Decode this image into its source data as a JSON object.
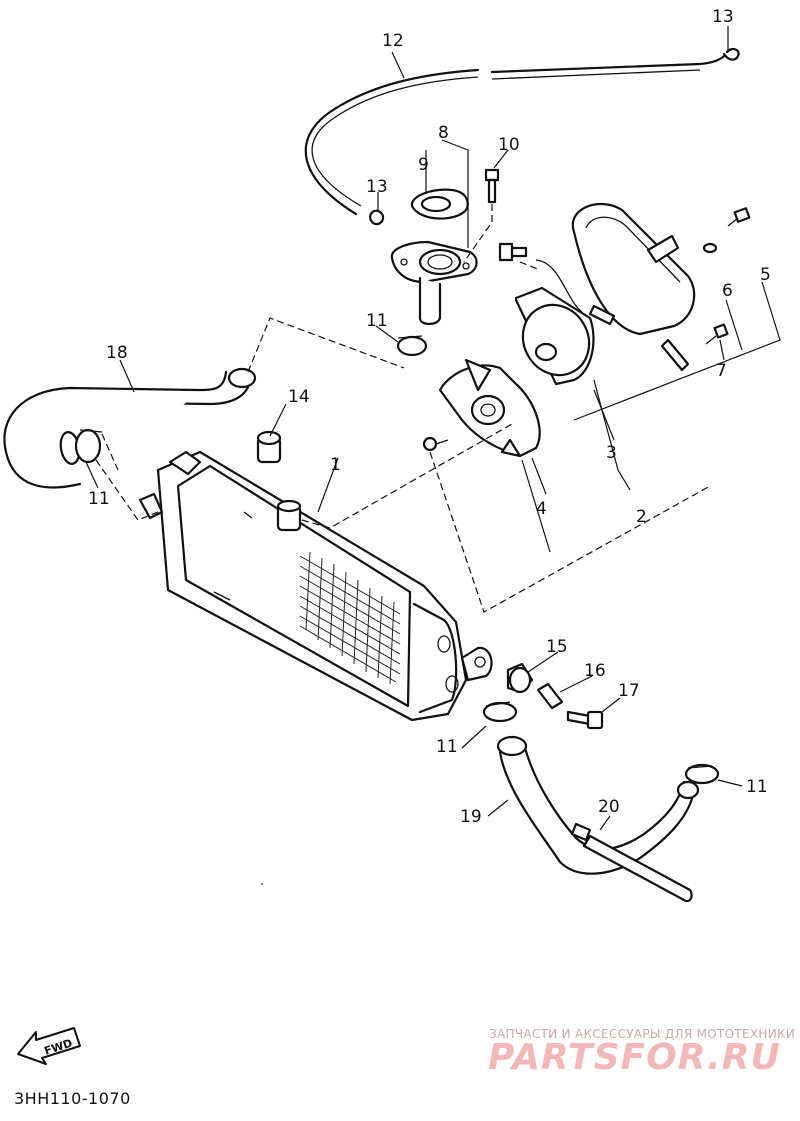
{
  "diagram": {
    "drawing_code": "3HH110-1070",
    "watermark": {
      "tagline": "ЗАПЧАСТИ И АКСЕССУАРЫ ДЛЯ МОТОТЕХНИКИ",
      "brand": "PARTSFOR.RU"
    },
    "fwd_label": "FWD",
    "callouts": {
      "c1": "1",
      "c2": "2",
      "c3": "3",
      "c4": "4",
      "c5": "5",
      "c6": "6",
      "c7": "7",
      "c8": "8",
      "c9": "9",
      "c10": "10",
      "c11a": "11",
      "c11b": "11",
      "c11c": "11",
      "c11d": "11",
      "c12": "12",
      "c13a": "13",
      "c13b": "13",
      "c14": "14",
      "c15": "15",
      "c16": "16",
      "c17": "17",
      "c18": "18",
      "c19": "19",
      "c20": "20"
    }
  }
}
